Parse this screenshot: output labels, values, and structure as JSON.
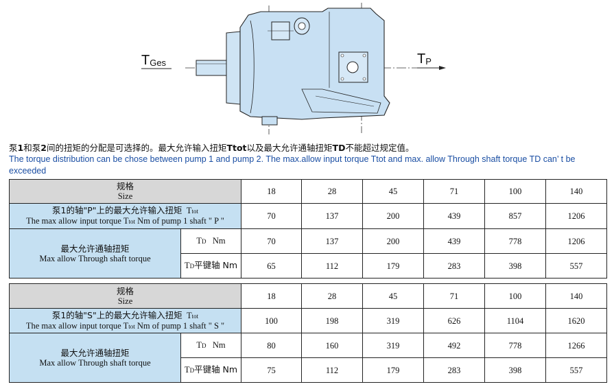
{
  "diagram": {
    "label_left_main": "T",
    "label_left_sub": "Ges",
    "label_right_main": "T",
    "label_right_sub": "P"
  },
  "notes": {
    "cn_1": "泵",
    "cn_b1": "1",
    "cn_2": "和泵",
    "cn_b2": "2",
    "cn_3": "间的扭矩的分配是可选择的。最大允许输入扭矩",
    "cn_b3": "Ttot",
    "cn_4": "以及最大允许通轴扭矩",
    "cn_b4": "TD",
    "cn_5": "不能超过规定值。",
    "en": "The torque distribution can be chose between pump 1 and pump 2. The max.allow input torque Ttot and max. allow Through  shaft torque TD can’ t be exceeded"
  },
  "tables": [
    {
      "header_cn": "规格",
      "header_en": "Size",
      "sizes": [
        "18",
        "28",
        "45",
        "71",
        "100",
        "140"
      ],
      "input_cn": "泵1的轴\"P\"上的最大允许输入扭矩",
      "input_t": "T",
      "input_tsub": "tot",
      "input_en_1": "The max allow input torque T",
      "input_en_sub": "tot",
      "input_en_2": "  Nm of pump 1 shaft \" P \"",
      "input_values": [
        "70",
        "137",
        "200",
        "439",
        "857",
        "1206"
      ],
      "through_cn": "最大允许通轴扭矩",
      "through_en": "Max allow Through shaft torque",
      "td_t": "T",
      "td_sub": "D",
      "td_unit": "Nm",
      "td_values": [
        "70",
        "137",
        "200",
        "439",
        "778",
        "1206"
      ],
      "key_t": "T",
      "key_sub": "D",
      "key_label": "平键轴 Nm",
      "key_values": [
        "65",
        "112",
        "179",
        "283",
        "398",
        "557"
      ]
    },
    {
      "header_cn": "规格",
      "header_en": "Size",
      "sizes": [
        "18",
        "28",
        "45",
        "71",
        "100",
        "140"
      ],
      "input_cn": "泵1的轴\"S\"上的最大允许输入扭矩",
      "input_t": "T",
      "input_tsub": "tot",
      "input_en_1": "The max allow input torque T",
      "input_en_sub": "tot",
      "input_en_2": "  Nm of pump 1 shaft \" S \"",
      "input_values": [
        "100",
        "198",
        "319",
        "626",
        "1104",
        "1620"
      ],
      "through_cn": "最大允许通轴扭矩",
      "through_en": "Max allow Through shaft torque",
      "td_t": "T",
      "td_sub": "D",
      "td_unit": "Nm",
      "td_values": [
        "80",
        "160",
        "319",
        "492",
        "778",
        "1266"
      ],
      "key_t": "T",
      "key_sub": "D",
      "key_label": "平键轴 Nm",
      "key_values": [
        "75",
        "112",
        "179",
        "283",
        "398",
        "557"
      ]
    }
  ]
}
